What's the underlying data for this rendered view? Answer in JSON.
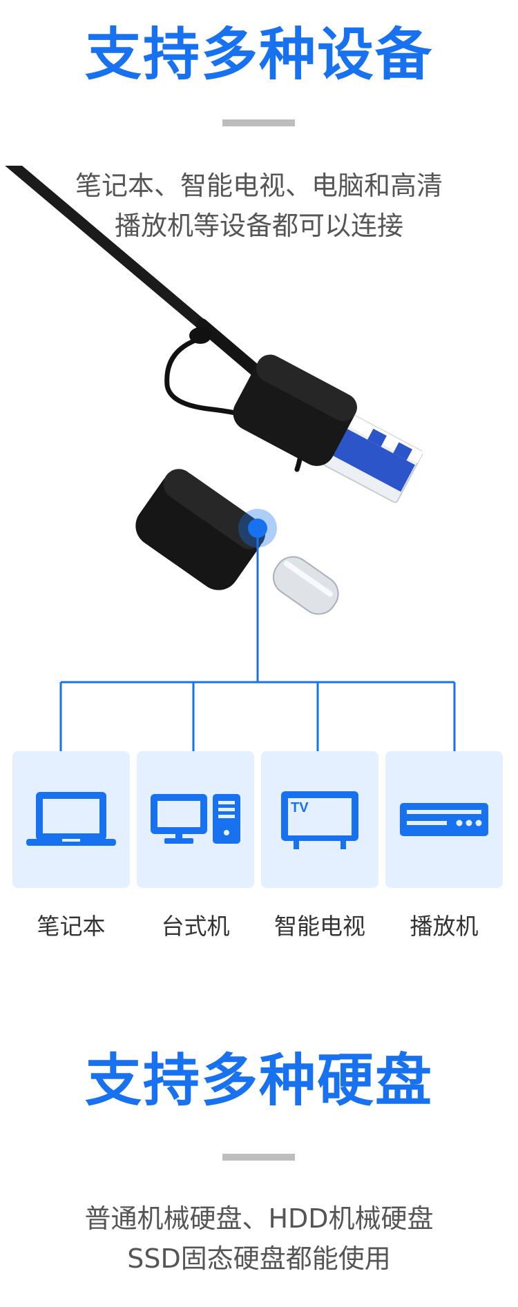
{
  "colors": {
    "accent": "#1872f0",
    "divider": "#bdbdbd",
    "tile_bg": "#e4efff",
    "text_gray": "#555555"
  },
  "section1": {
    "title": "支持多种设备",
    "description_line1": "笔记本、智能电视、电脑和高清",
    "description_line2": "播放机等设备都可以连接"
  },
  "devices": [
    {
      "label": "笔记本",
      "icon": "laptop-icon"
    },
    {
      "label": "台式机",
      "icon": "desktop-icon"
    },
    {
      "label": "智能电视",
      "icon": "tv-icon"
    },
    {
      "label": "播放机",
      "icon": "player-icon"
    }
  ],
  "tv_icon_text": "TV",
  "section2": {
    "title": "支持多种硬盘",
    "description_line1": "普通机械硬盘、HDD机械硬盘",
    "description_line2": "SSD固态硬盘都能使用"
  }
}
